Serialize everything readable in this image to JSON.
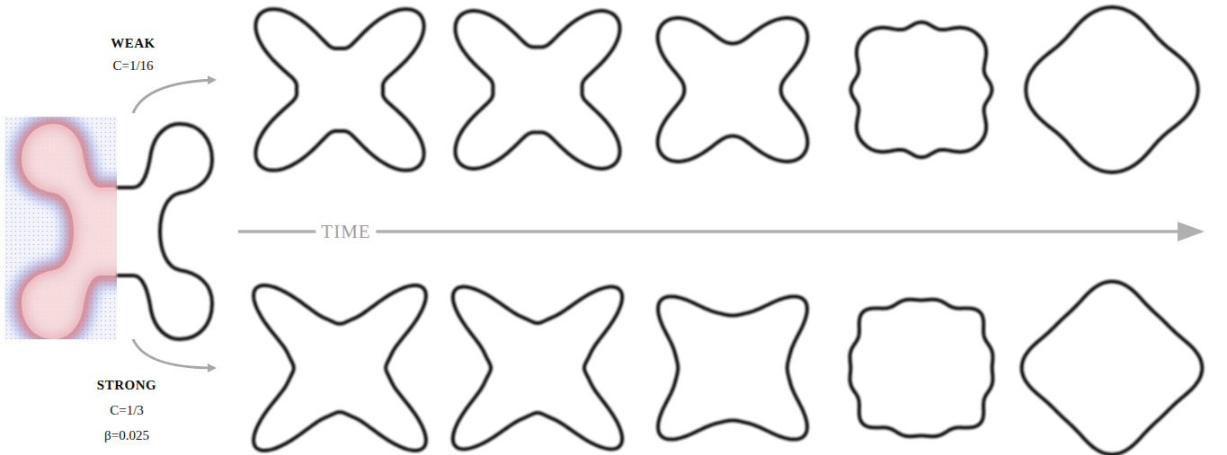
{
  "diagram": {
    "labels": [
      "WEAK",
      "C=1/16",
      "TIME",
      "STRONG",
      "C=1/3",
      "β=0.025"
    ]
  }
}
